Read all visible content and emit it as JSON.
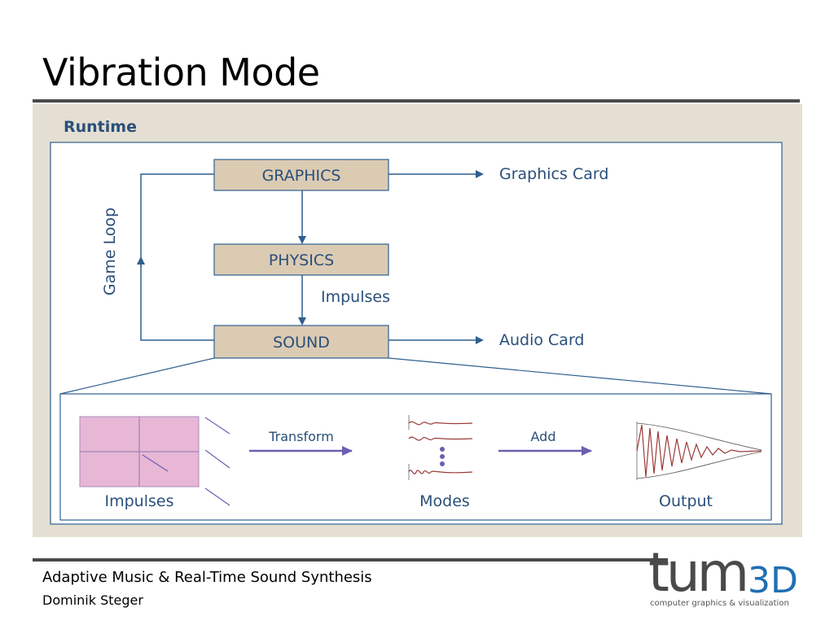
{
  "slide": {
    "title": "Vibration Mode"
  },
  "diagram": {
    "panel_heading": "Runtime",
    "boxes": {
      "graphics": "GRAPHICS",
      "physics": "PHYSICS",
      "sound": "SOUND"
    },
    "outputs": {
      "graphics": "Graphics Card",
      "audio": "Audio Card"
    },
    "edge_labels": {
      "physics_to_sound": "Impulses",
      "loop": "Game Loop"
    },
    "detail": {
      "impulses_label": "Impulses",
      "transform_label": "Transform",
      "modes_label": "Modes",
      "add_label": "Add",
      "output_label": "Output"
    },
    "colors": {
      "box_fill": "#dccbb3",
      "line": "#2f5f8f",
      "text": "#2a4f7a",
      "panel_bg": "#e4dfd2",
      "grid_fill": "#e8b7d6",
      "arrow_purple": "#6b5fb0"
    }
  },
  "footer": {
    "course": "Adaptive Music & Real-Time Sound Synthesis",
    "author": "Dominik Steger"
  },
  "logo": {
    "mark": "tum",
    "suffix": "3D",
    "tagline": "computer graphics & visualization"
  }
}
